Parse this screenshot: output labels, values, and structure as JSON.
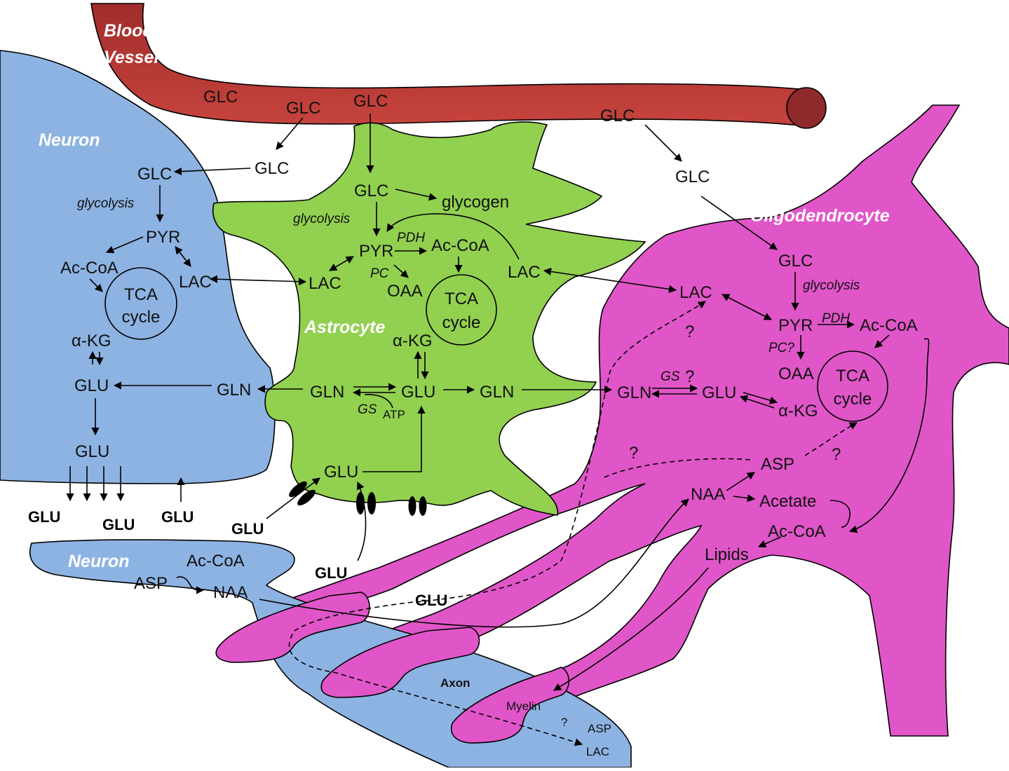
{
  "colors": {
    "blood_vessel": "#b93a35",
    "neuron": "#8db3e2",
    "astrocyte": "#92d050",
    "oligodendrocyte": "#e056c8",
    "outline": "#000000",
    "cell_title": "#ffffff"
  },
  "cells": {
    "blood_vessel": "Blood\nVessel",
    "blood_vessel_line1": "Blood",
    "blood_vessel_line2": "Vessel",
    "neuron_top": "Neuron",
    "neuron_bottom": "Neuron",
    "astrocyte": "Astrocyte",
    "oligodendrocyte": "Oligodendrocyte",
    "axon": "Axon",
    "myelin": "Myelin"
  },
  "blood_vessel": {
    "glc_1": "GLC",
    "glc_2": "GLC",
    "glc_3": "GLC",
    "glc_4": "GLC"
  },
  "neuron": {
    "glc_entry": "GLC",
    "glc": "GLC",
    "glycolysis": "glycolysis",
    "pyr": "PYR",
    "accoa": "Ac-CoA",
    "lac": "LAC",
    "tca_1": "TCA",
    "tca_2": "cycle",
    "akg": "α-KG",
    "glu_1": "GLU",
    "glu_2": "GLU",
    "gln": "GLN"
  },
  "astrocyte": {
    "glc": "GLC",
    "glycogen": "glycogen",
    "glycolysis": "glycolysis",
    "pyr": "PYR",
    "pdh": "PDH",
    "accoa": "Ac-CoA",
    "pc": "PC",
    "oaa": "OAA",
    "lac_left": "LAC",
    "lac_right": "LAC",
    "tca_1": "TCA",
    "tca_2": "cycle",
    "akg": "α-KG",
    "gln": "GLN",
    "glu": "GLU",
    "gln_out": "GLN",
    "gs": "GS",
    "atp": "ATP",
    "glu_bottom": "GLU"
  },
  "oligodendrocyte": {
    "glc_entry": "GLC",
    "glc": "GLC",
    "glycolysis": "glycolysis",
    "lac": "LAC",
    "question_lac": "?",
    "pyr": "PYR",
    "pdh": "PDH",
    "accoa": "Ac-CoA",
    "pc": "PC?",
    "oaa": "OAA",
    "tca_1": "TCA",
    "tca_2": "cycle",
    "gln": "GLN",
    "gs": "GS",
    "question_gs": "?",
    "glu": "GLU",
    "akg": "α-KG",
    "question_asp_left": "?",
    "question_asp_right": "?",
    "asp": "ASP",
    "naa": "NAA",
    "acetate": "Acetate",
    "accoa_2": "Ac-CoA",
    "lipids": "Lipids"
  },
  "extracellular": {
    "glu_1": "GLU",
    "glu_2": "GLU",
    "glu_3": "GLU",
    "glu_4": "GLU",
    "glu_5": "GLU",
    "glu_6": "GLU"
  },
  "neuron_bottom": {
    "accoa": "Ac-CoA",
    "asp": "ASP",
    "naa": "NAA"
  },
  "axon": {
    "question": "?",
    "asp": "ASP",
    "lac": "LAC"
  }
}
